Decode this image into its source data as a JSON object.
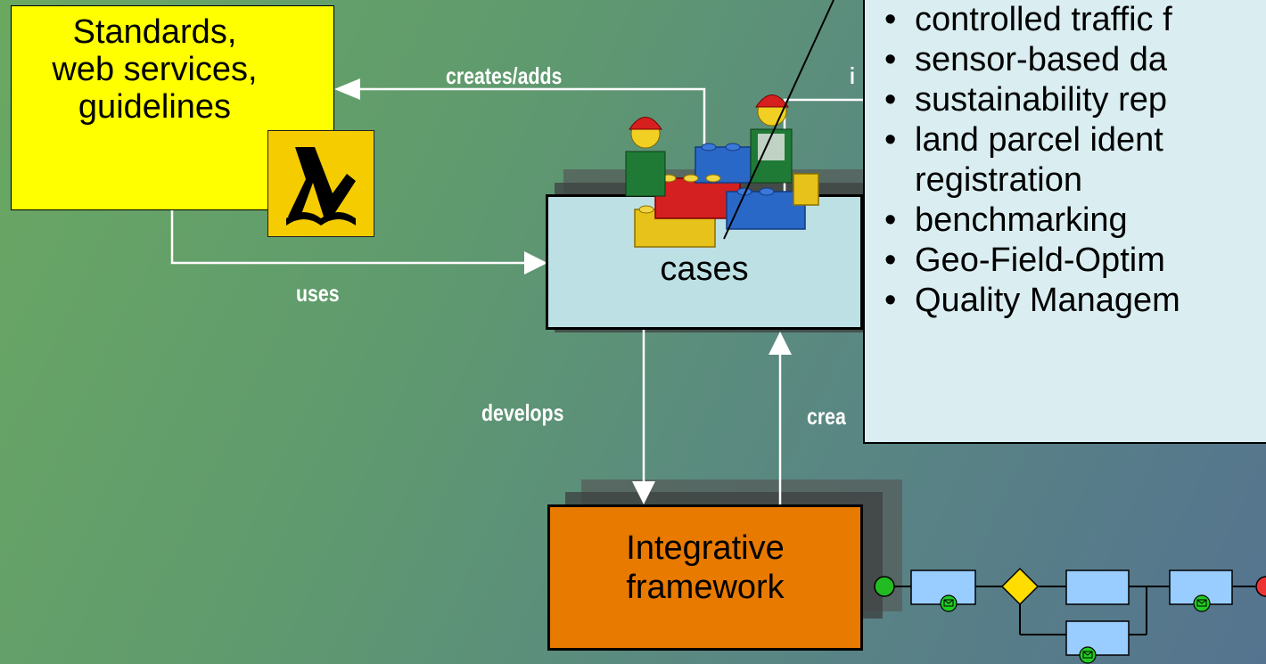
{
  "boxes": {
    "standards": [
      "Standards,",
      "web services,",
      "guidelines"
    ],
    "cases": "cases",
    "framework": [
      "Integrative",
      "framework"
    ]
  },
  "arrows": {
    "creates_adds": "creates/adds",
    "uses": "uses",
    "develops": "develops",
    "creates_partial": "crea",
    "top_partial": "i"
  },
  "callout_items": [
    [
      "controlled traffic f"
    ],
    [
      "sensor-based da"
    ],
    [
      "sustainability rep"
    ],
    [
      "land parcel ident",
      "registration"
    ],
    [
      "benchmarking"
    ],
    [
      "Geo-Field-Optim"
    ],
    [
      "Quality Managem"
    ]
  ],
  "icons": {
    "yellow_pages": "walking-fingers-icon",
    "lego_builders": "lego-workers-illustration",
    "process_flow": "bpmn-process-diagram"
  },
  "colors": {
    "standards_fill": "#ffff00",
    "cases_fill": "#bde0e5",
    "framework_fill": "#e87a00",
    "callout_fill": "#daeef2",
    "process_task": "#99ccff",
    "gateway": "#ffdd00",
    "start_event": "#22bb22",
    "end_event": "#ee3333"
  }
}
